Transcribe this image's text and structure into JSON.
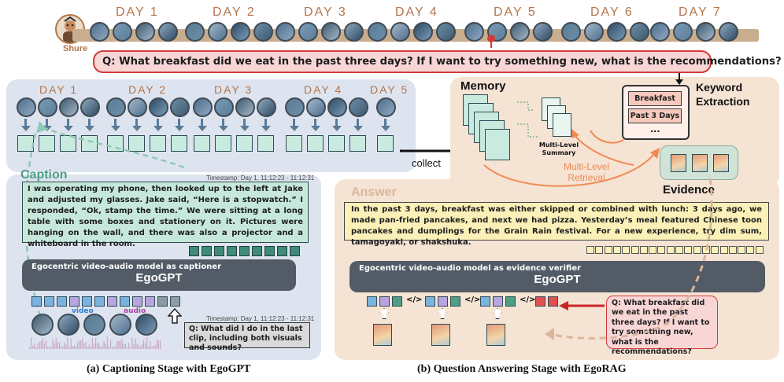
{
  "timeline": {
    "user_label": "Shure",
    "days": [
      "DAY 1",
      "DAY 2",
      "DAY 3",
      "DAY 4",
      "DAY 5",
      "DAY 6",
      "DAY 7"
    ]
  },
  "question": {
    "text": "Q: What breakfast did we eat in the past three days? If I want to try something new, what is the recommendations?"
  },
  "left_panel": {
    "days": [
      "DAY 1",
      "DAY 2",
      "DAY 3",
      "DAY 4",
      "DAY 5"
    ],
    "caption_title": "Caption",
    "timestamp_top": "Timestamp: Day 1, 11:12:23 - 11:12:31",
    "caption_text": "I was operating my phone, then looked up to the left at Jake and adjusted my glasses. Jake said, “Here is a stopwatch.” I responded, “Ok, stamp the time.” We were sitting at a long table with some boxes and stationery on it. Pictures were hanging on the wall, and there was also a projector and a whiteboard in the room.",
    "ego_subtitle": "Egocentric video-audio model as captioner",
    "ego_title": "EgoGPT",
    "video_label": "video",
    "audio_label": "audio",
    "timestamp_bottom": "Timestamp: Day 1, 11:12:23 - 11:12:31",
    "small_question": "Q: What did I do in the last clip, including both visuals and sounds?",
    "collect_label": "collect"
  },
  "right_panel": {
    "memory_title": "Memory",
    "summary_label": "Multi-Level Summary",
    "retrieval_label": "Multi-Level Retrieval",
    "keyword_title": "Keyword Extraction",
    "keywords": [
      "Breakfast",
      "Past 3 Days",
      "..."
    ],
    "evidence_title": "Evidence",
    "answer_title": "Answer",
    "answer_text": "In the past 3 days, breakfast was either skipped or combined with lunch: 3 days ago, we made pan-fried pancakes, and next we had pizza. Yesterday’s meal featured Chinese toon pancakes and dumplings for the Grain Rain festival. For a new experience, try dim sum, tamagoyaki, or shakshuka.",
    "ego_subtitle": "Egocentric video-audio model as evidence verifier",
    "ego_title": "EgoGPT",
    "code_tag": "</>",
    "question_text": "Q: What breakfast did we eat in the past three days? If I want to try something new, what is the recommendations?"
  },
  "captions": {
    "left": "(a) Captioning Stage with EgoGPT",
    "right": "(b) Question Answering Stage with EgoRAG"
  },
  "colors": {
    "accent_brown": "#b3754c",
    "question_red": "#d43a3a",
    "caption_green": "#4f9e86",
    "answer_tan": "#d9b79c",
    "retrieval_orange": "#f08a52"
  }
}
